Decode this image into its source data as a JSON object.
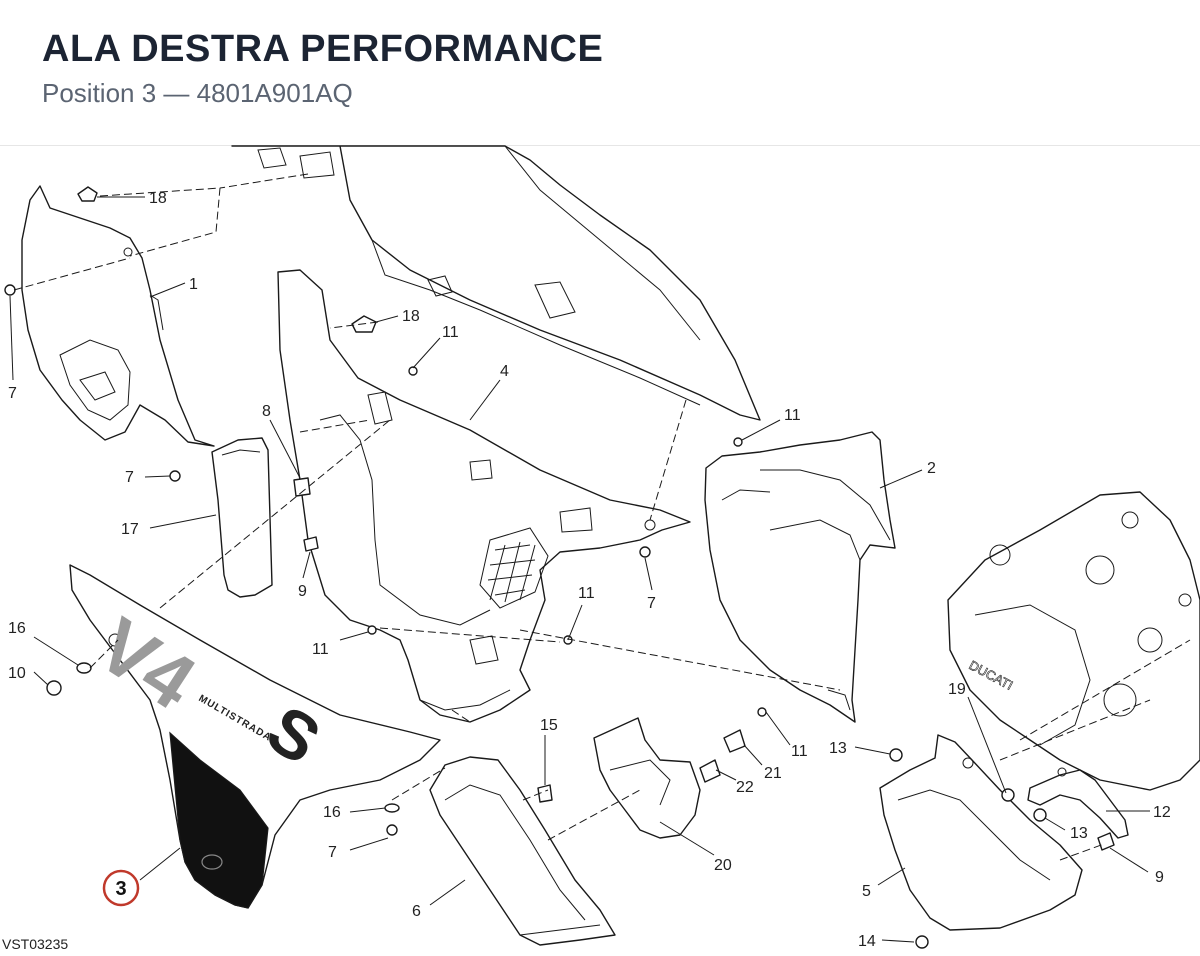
{
  "header": {
    "title": "ALA DESTRA PERFORMANCE",
    "subtitle": "Position 3 — 4801A901AQ"
  },
  "diagram": {
    "reference_code": "VST03235",
    "highlighted_position": "3",
    "highlight_color": "#c0392b",
    "decal_texts": {
      "model": "MULTISTRADA",
      "badge": "V4",
      "badge_suffix": "S",
      "brand": "DUCATI"
    },
    "labels": {
      "l18a": "18",
      "l1": "1",
      "l7a": "7",
      "l18b": "18",
      "l11a": "11",
      "l4": "4",
      "l8": "8",
      "l7b": "7",
      "l17": "17",
      "l9a": "9",
      "l11b": "11",
      "l2": "2",
      "l7c": "7",
      "l11c": "11",
      "l11d": "11",
      "l16a": "16",
      "l10": "10",
      "l15": "15",
      "l11e": "11",
      "l21": "21",
      "l22": "22",
      "l13a": "13",
      "l19": "19",
      "l16b": "16",
      "l7d": "7",
      "l20": "20",
      "l12": "12",
      "l13b": "13",
      "l9b": "9",
      "l5": "5",
      "l6": "6",
      "l14": "14"
    }
  }
}
